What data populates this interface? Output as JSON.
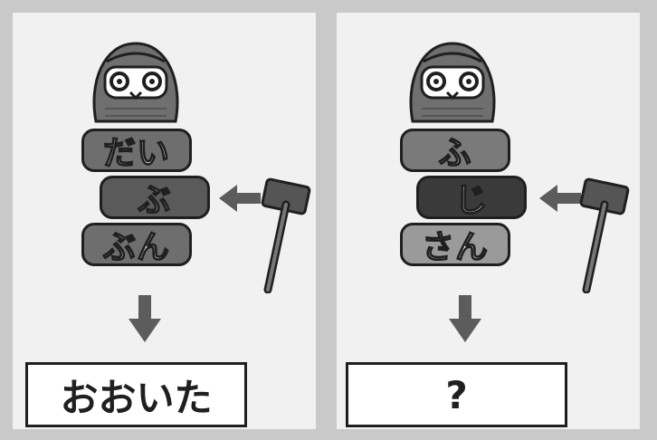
{
  "left": {
    "blocks": [
      {
        "text": "だい",
        "color": "#6e6e6e"
      },
      {
        "text": "ぶ",
        "color": "#5a5a5a"
      },
      {
        "text": "ぶん",
        "color": "#6e6e6e"
      }
    ],
    "answer": "おおいた"
  },
  "right": {
    "blocks": [
      {
        "text": "ふ",
        "color": "#7a7a7a"
      },
      {
        "text": "じ",
        "color": "#3a3a3a"
      },
      {
        "text": "さん",
        "color": "#9a9a9a"
      }
    ],
    "answer": "?"
  },
  "colors": {
    "daruma": "#6f6f6f",
    "arrow": "#5c5c5c",
    "hammer": "#555555",
    "outline": "#1f1f1f"
  },
  "icons": [
    "daruma-head-icon",
    "hammer-icon",
    "arrow-left-icon",
    "arrow-down-icon"
  ]
}
